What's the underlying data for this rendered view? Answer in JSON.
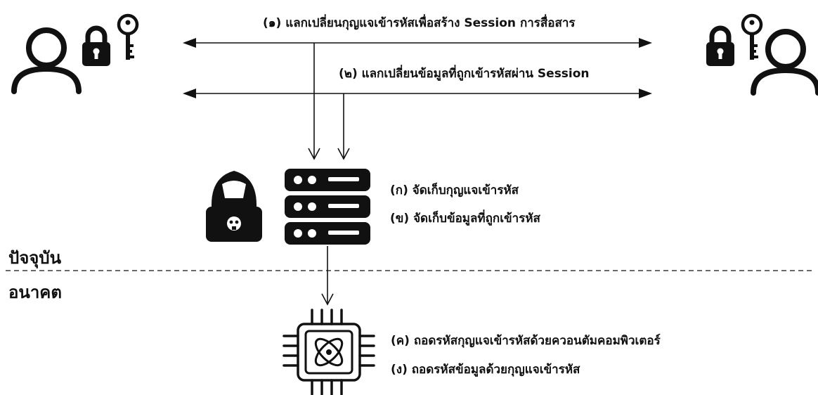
{
  "colors": {
    "ink": "#111111",
    "background": "#ffffff"
  },
  "exchange": {
    "step1": "(๑) แลกเปลี่ยนกุญแจเข้ารหัสเพื่อสร้าง Session การสื่อสาร",
    "step2": "(๒) แลกเปลี่ยนข้อมูลที่ถูกเข้ารหัสผ่าน Session"
  },
  "attacker": {
    "storeKeys": "(ก) จัดเก็บกุญแจเข้ารหัส",
    "storeData": "(ข) จัดเก็บข้อมูลที่ถูกเข้ารหัส"
  },
  "timeline": {
    "present": "ปัจจุบัน",
    "future": "อนาคต"
  },
  "quantum": {
    "decryptKeys": "(ค) ถอดรหัสกุญแจเข้ารหัสด้วยควอนตัมคอมพิวเตอร์",
    "decryptData": "(ง) ถอดรหัสข้อมูลด้วยกุญแจเข้ารหัส"
  },
  "icons": [
    "user-icon",
    "padlock-icon",
    "key-icon",
    "hacker-icon",
    "server-icon",
    "quantum-chip-icon"
  ]
}
